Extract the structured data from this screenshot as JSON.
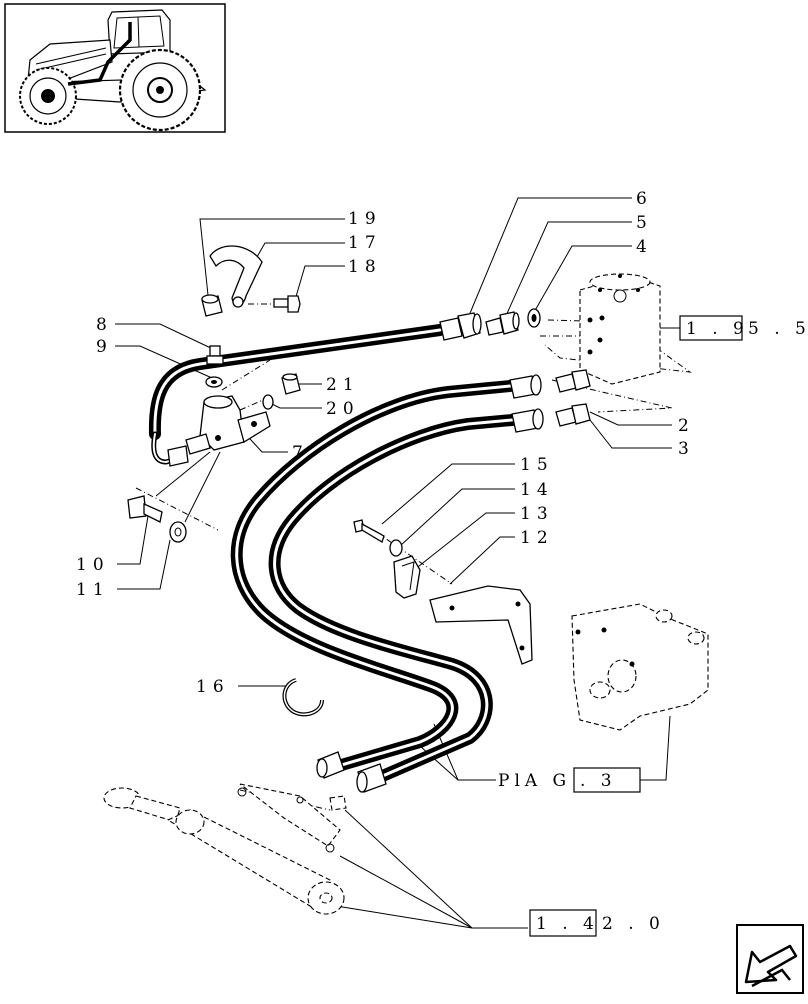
{
  "labels": {
    "l19": "19",
    "l17": "17",
    "l18": "18",
    "l6": "6",
    "l5": "5",
    "l4": "4",
    "l8": "8",
    "l9": "9",
    "l21": "21",
    "l20": "20",
    "l7": "7",
    "l2": "2",
    "l3": "3",
    "l15": "15",
    "l14": "14",
    "l13": "13",
    "l12": "12",
    "l10": "10",
    "l11": "11",
    "l16": "16"
  },
  "refs": {
    "r195": {
      "boxed": "1 . 9",
      "rest": "5 . 5"
    },
    "pag3": {
      "prefix": "PlA G",
      "boxed": ". 3"
    },
    "r142": {
      "boxed": "1 . 4",
      "rest": "2 . 0"
    }
  },
  "icons": {
    "tractor": "tractor-thumbnail-icon",
    "nav": "next-page-arrow-icon"
  }
}
